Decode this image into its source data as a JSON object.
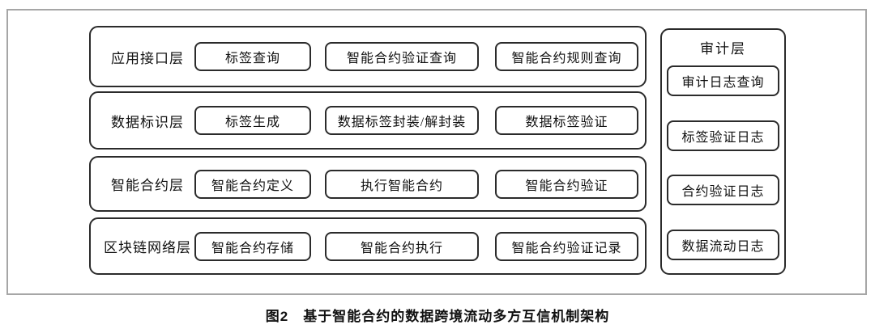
{
  "figure": {
    "caption_prefix": "图2",
    "caption_title": "基于智能合约的数据跨境流动多方互信机制架构"
  },
  "layers": [
    {
      "label": "应用接口层",
      "boxes": [
        "标签查询",
        "智能合约验证查询",
        "智能合约规则查询"
      ]
    },
    {
      "label": "数据标识层",
      "boxes": [
        "标签生成",
        "数据标签封装/解封装",
        "数据标签验证"
      ]
    },
    {
      "label": "智能合约层",
      "boxes": [
        "智能合约定义",
        "执行智能合约",
        "智能合约验证"
      ]
    },
    {
      "label": "区块链网络层",
      "boxes": [
        "智能合约存储",
        "智能合约执行",
        "智能合约验证记录"
      ]
    }
  ],
  "audit": {
    "title": "审计层",
    "boxes": [
      "审计日志查询",
      "标签验证日志",
      "合约验证日志",
      "数据流动日志"
    ]
  },
  "colors": {
    "border_dark": "#2b2b2b",
    "border_light": "#a6a6a6",
    "text": "#111111",
    "background": "#ffffff"
  }
}
